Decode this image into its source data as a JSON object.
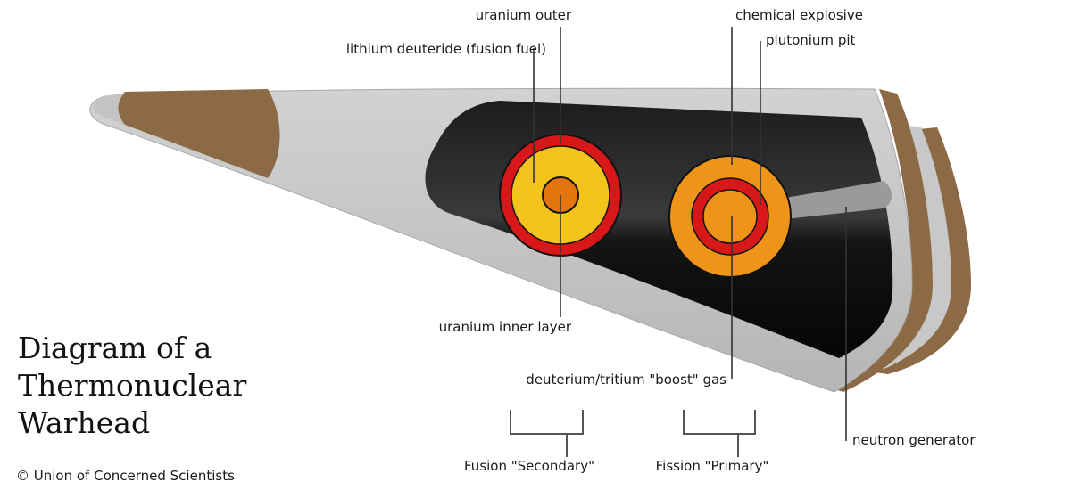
{
  "labels": {
    "uranium_outer": "uranium outer",
    "lithium_deuteride": "lithium deuteride (fusion fuel)",
    "chemical_explosive": "chemical explosive",
    "plutonium_pit": "plutonium pit",
    "uranium_inner_layer": "uranium inner layer",
    "boost_gas": "deuterium/tritium \"boost\" gas",
    "neutron_generator": "neutron generator",
    "fusion_secondary": "Fusion \"Secondary\"",
    "fission_primary": "Fission \"Primary\""
  },
  "title": {
    "line1": "Diagram of a",
    "line2": "Thermonuclear",
    "line3": "Warhead"
  },
  "credit": "© Union of Concerned Scientists",
  "colors": {
    "casing": "#c3c3c3",
    "casing_edge": "#a8a8a8",
    "nose_tip": "#8b6a45",
    "cavity": "#111111",
    "uranium_red": "#d81818",
    "lithium_yellow": "#f4c41c",
    "explosive_orange": "#ee9418",
    "inner_orange": "#e4740c",
    "brown_band": "#8b6a45",
    "neutron_generator": "#9a9a9a"
  }
}
